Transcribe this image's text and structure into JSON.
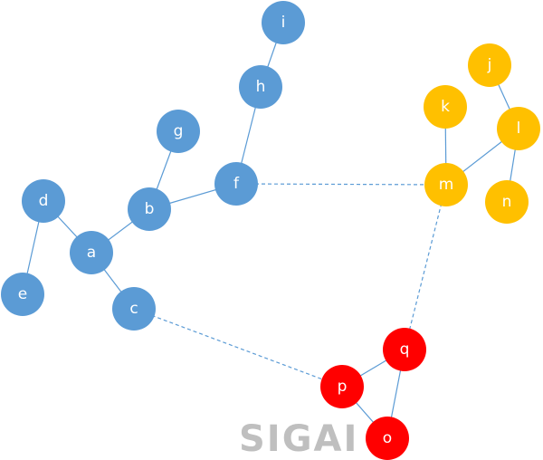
{
  "colors": {
    "blue": "#5b9bd5",
    "orange": "#ffc000",
    "red": "#ff0000",
    "edge": "#5b9bd5"
  },
  "nodes": [
    {
      "id": "i",
      "label": "i",
      "group": "blue"
    },
    {
      "id": "h",
      "label": "h",
      "group": "blue"
    },
    {
      "id": "g",
      "label": "g",
      "group": "blue"
    },
    {
      "id": "f",
      "label": "f",
      "group": "blue"
    },
    {
      "id": "d",
      "label": "d",
      "group": "blue"
    },
    {
      "id": "b",
      "label": "b",
      "group": "blue"
    },
    {
      "id": "a",
      "label": "a",
      "group": "blue"
    },
    {
      "id": "e",
      "label": "e",
      "group": "blue"
    },
    {
      "id": "c",
      "label": "c",
      "group": "blue"
    },
    {
      "id": "j",
      "label": "j",
      "group": "orange"
    },
    {
      "id": "k",
      "label": "k",
      "group": "orange"
    },
    {
      "id": "l",
      "label": "l",
      "group": "orange"
    },
    {
      "id": "m",
      "label": "m",
      "group": "orange"
    },
    {
      "id": "n",
      "label": "n",
      "group": "orange"
    },
    {
      "id": "q",
      "label": "q",
      "group": "red"
    },
    {
      "id": "p",
      "label": "p",
      "group": "red"
    },
    {
      "id": "o",
      "label": "o",
      "group": "red"
    }
  ],
  "edges": [
    {
      "from": "i",
      "to": "h",
      "style": "solid"
    },
    {
      "from": "h",
      "to": "f",
      "style": "solid"
    },
    {
      "from": "g",
      "to": "b",
      "style": "solid"
    },
    {
      "from": "b",
      "to": "f",
      "style": "solid"
    },
    {
      "from": "b",
      "to": "a",
      "style": "solid"
    },
    {
      "from": "d",
      "to": "a",
      "style": "solid"
    },
    {
      "from": "d",
      "to": "e",
      "style": "solid"
    },
    {
      "from": "a",
      "to": "c",
      "style": "solid"
    },
    {
      "from": "j",
      "to": "l",
      "style": "solid"
    },
    {
      "from": "k",
      "to": "m",
      "style": "solid"
    },
    {
      "from": "l",
      "to": "m",
      "style": "solid"
    },
    {
      "from": "l",
      "to": "n",
      "style": "solid"
    },
    {
      "from": "q",
      "to": "p",
      "style": "solid"
    },
    {
      "from": "q",
      "to": "o",
      "style": "solid"
    },
    {
      "from": "p",
      "to": "o",
      "style": "solid"
    },
    {
      "from": "f",
      "to": "m",
      "style": "dashed"
    },
    {
      "from": "m",
      "to": "q",
      "style": "dashed"
    },
    {
      "from": "c",
      "to": "p",
      "style": "dashed"
    }
  ],
  "watermark": {
    "text": "SIGAI"
  }
}
